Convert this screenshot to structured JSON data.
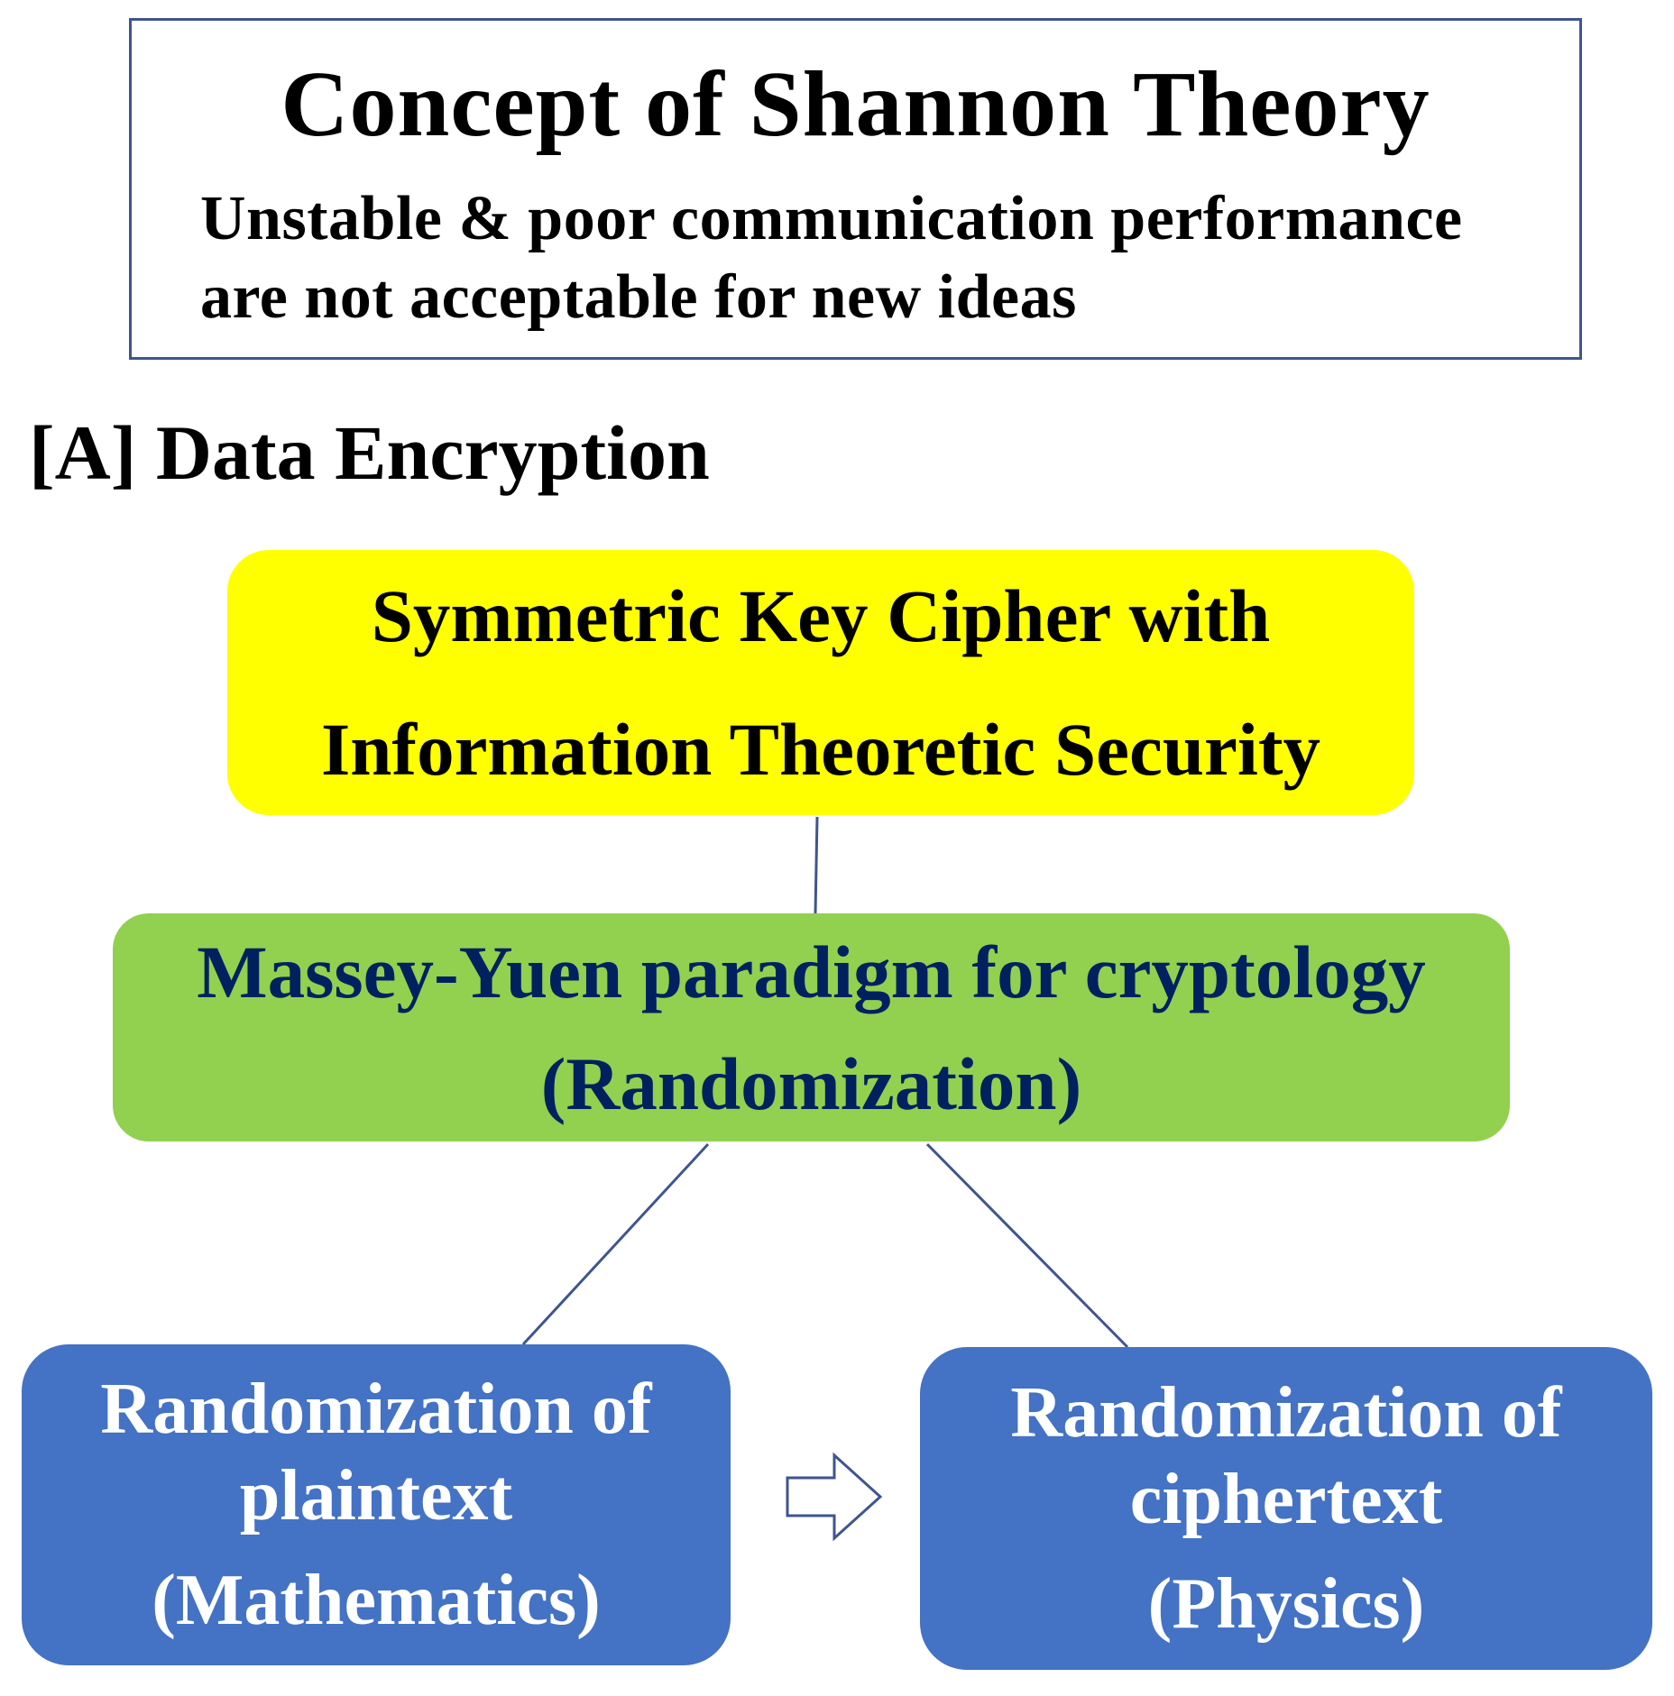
{
  "concept": {
    "title": "Concept of Shannon Theory",
    "line1": "Unstable & poor communication performance",
    "line2": "are not acceptable for new ideas"
  },
  "section": {
    "heading": "[A] Data Encryption"
  },
  "nodes": {
    "goal": {
      "line1": "Symmetric Key Cipher with",
      "line2": "Information Theoretic Security"
    },
    "paradigm": {
      "line1": "Massey-Yuen paradigm for cryptology",
      "line2": "(Randomization)"
    },
    "left": {
      "line1": "Randomization of",
      "line2": "plaintext",
      "line3": "(Mathematics)"
    },
    "right": {
      "line1": "Randomization of",
      "line2": "ciphertext",
      "line3": "(Physics)"
    }
  },
  "colors": {
    "goal_fill": "#ffff00",
    "paradigm_fill": "#92d050",
    "paradigm_text": "#002060",
    "method_fill": "#4472c4",
    "connector": "#3f5590"
  }
}
